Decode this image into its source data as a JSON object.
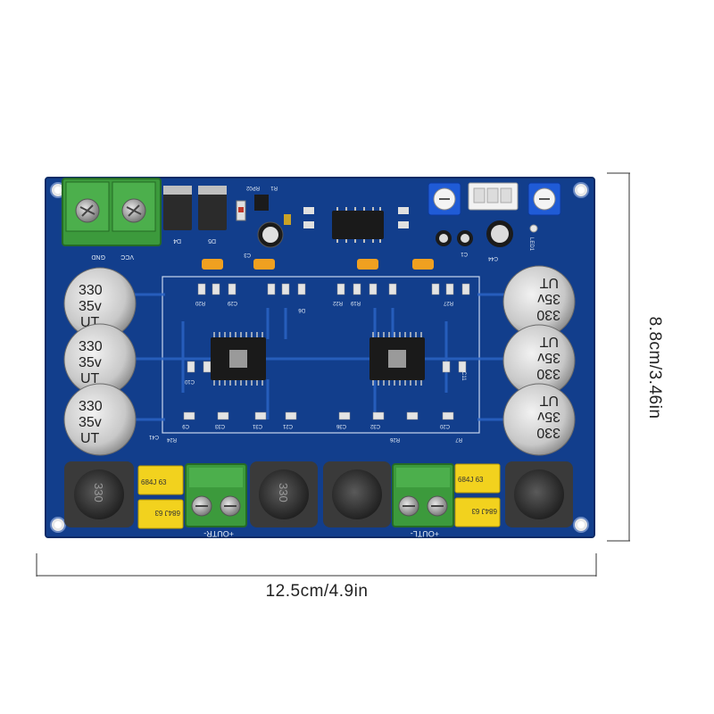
{
  "dimensions": {
    "width_label": "12.5cm/4.9in",
    "height_label": "8.8cm/3.46in"
  },
  "board": {
    "power_input_labels": {
      "vcc": "VCC",
      "gnd": "GND"
    },
    "output_labels": {
      "right": "+OUTR-",
      "left": "+OUTL-"
    },
    "capacitor_label": {
      "value": "330",
      "voltage": "35v",
      "brand": "UT"
    },
    "inductor_label": "330",
    "film_cap_label": "684J 63",
    "reference_designators": [
      "D4",
      "D5",
      "R1",
      "RP02",
      "C3",
      "C1",
      "C44",
      "LED1",
      "C29",
      "R20",
      "D6",
      "R22",
      "R19",
      "R27",
      "C10",
      "C11",
      "C9",
      "C33",
      "C31",
      "C21",
      "C36",
      "C32",
      "C20",
      "C41",
      "R24",
      "R26",
      "R7"
    ]
  },
  "colors": {
    "pcb": "#123e8c",
    "pcb_dark": "#0c2d6e",
    "trace": "#2a63c4",
    "terminal_green": "#3c9a3c",
    "film_cap_yellow": "#f2d21e",
    "capacitor_body": "#d4d4d4",
    "inductor_body": "#3a3a3a",
    "smd_orange": "#f0a020"
  }
}
